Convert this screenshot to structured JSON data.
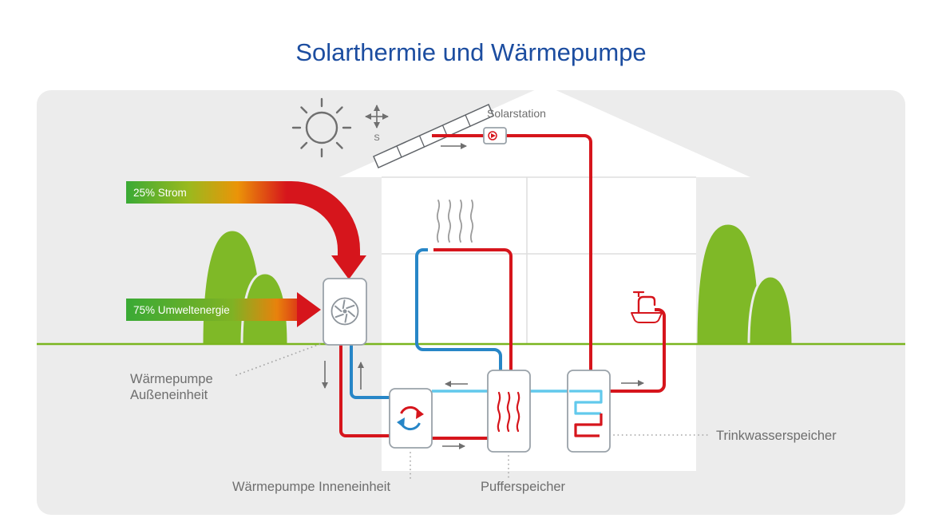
{
  "title": "Solarthermie und Wärmepumpe",
  "scene": {
    "energy_flows": {
      "strom": "25% Strom",
      "umweltenergie": "75% Umweltenergie"
    },
    "components": {
      "solarstation": "Solarstation",
      "aussen_line1": "Wärmepumpe",
      "aussen_line2": "Außeneinheit",
      "innen": "Wärmepumpe Inneneinheit",
      "puffer": "Pufferspeicher",
      "trinkwasser": "Trinkwasserspeicher"
    },
    "compass": {
      "south": "S"
    }
  },
  "colors": {
    "title": "#1C4DA0",
    "hot_pipe_red": "#D6151C",
    "cold_pipe_blue": "#2786C7",
    "dhw_cyan": "#62C9EC",
    "gradient_green": "#3AAA35",
    "gradient_orange": "#E8820C",
    "ground_green": "#7AB51F",
    "tree_green": "#7FB927",
    "scene_background": "#ECECEC",
    "label_gray": "#6E6E6E"
  },
  "icons": [
    "sun-icon",
    "compass-icon",
    "solar-collector-icon",
    "pump-icon",
    "fan-icon",
    "refresh-icon",
    "flame-icon",
    "coil-icon",
    "faucet-icon",
    "heat-waves-icon"
  ]
}
